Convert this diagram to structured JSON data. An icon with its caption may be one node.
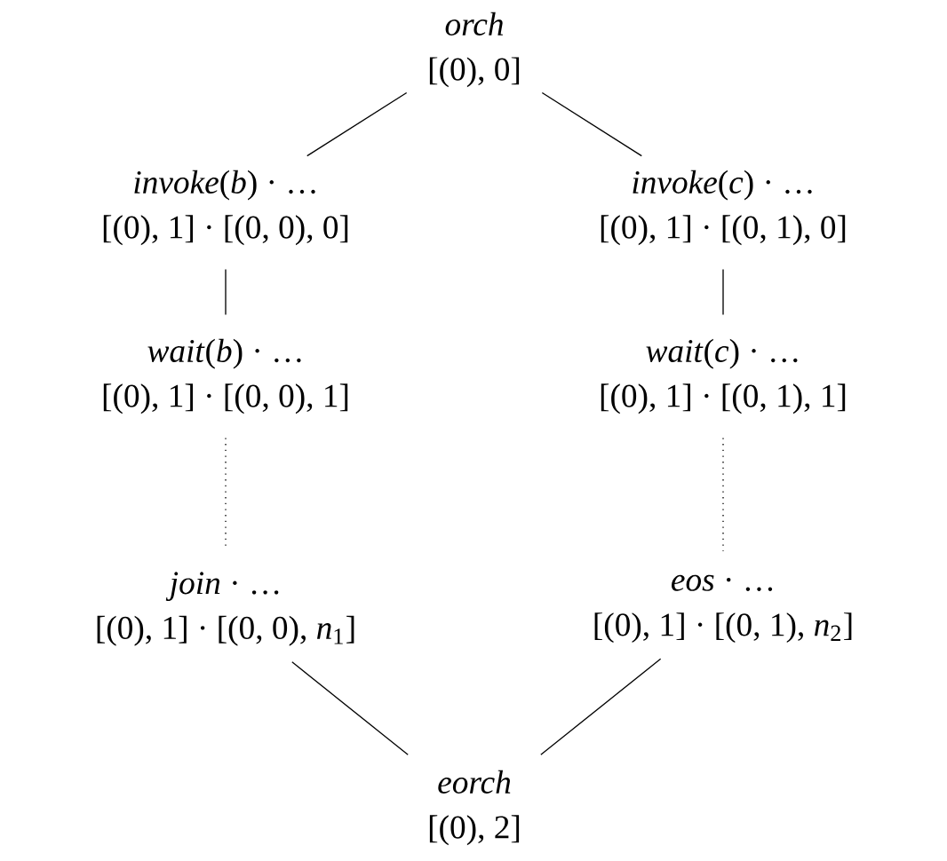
{
  "diagram": {
    "nodes": [
      {
        "text": [
          "*orch*",
          "[(0), 0]"
        ]
      },
      {
        "text": [
          "*invoke*(*b*) · …",
          "[(0), 1] · [(0, 0), 0]"
        ]
      },
      {
        "text": [
          "*invoke*(*c*) · …",
          "[(0), 1] · [(0, 1), 0]"
        ]
      },
      {
        "text": [
          "*wait*(*b*) · …",
          "[(0), 1] · [(0, 0), 1]"
        ]
      },
      {
        "text": [
          "*wait*(*c*) · …",
          "[(0), 1] · [(0, 1), 1]"
        ]
      },
      {
        "text": [
          "*join* · …",
          "[(0), 1] · [(0, 0), *n*$_{1}$]"
        ]
      },
      {
        "text": [
          "*eos* · …",
          "[(0), 1] · [(0, 1), *n*$_{2}$]"
        ]
      },
      {
        "text": [
          "*eorch*",
          "[(0), 2]"
        ]
      }
    ],
    "edges": [
      {
        "from": 0,
        "to": 1,
        "arrow": "none"
      },
      {
        "from": 0,
        "to": 2,
        "arrow": "none"
      },
      {
        "from": 1,
        "to": 3,
        "arrow": "none"
      },
      {
        "from": 2,
        "to": 4,
        "arrow": "none"
      },
      {
        "from": 3,
        "to": 5,
        "arrow": "none",
        "style": "dashed"
      },
      {
        "from": 4,
        "to": 6,
        "arrow": "none",
        "style": "dashed"
      },
      {
        "from": 5,
        "to": 7,
        "arrow": "none"
      },
      {
        "from": 6,
        "to": 7,
        "arrow": "none"
      }
    ]
  }
}
